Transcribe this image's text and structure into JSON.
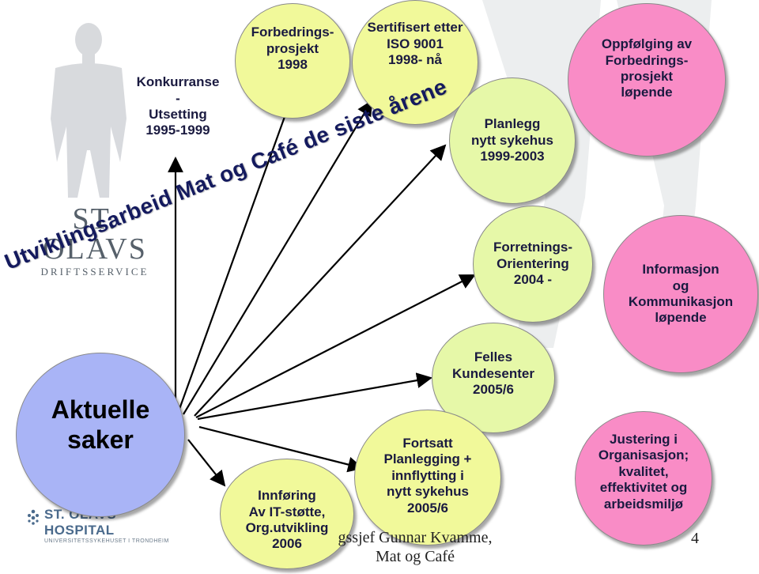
{
  "title": "Utviklingsarbeid Mat og Café de siste årene",
  "center": {
    "label": "Aktuelle\nsaker"
  },
  "nodes": [
    {
      "id": "konkurranse",
      "label": "Konkurranse\n-\nUtsetting\n1995-1999"
    },
    {
      "id": "forbedring1998",
      "label": "Forbedrings-\nprosjekt\n1998"
    },
    {
      "id": "iso",
      "label": "Sertifisert etter\nISO 9001\n1998- nå"
    },
    {
      "id": "planlegg",
      "label": "Planlegg\nnytt sykehus\n1999-2003"
    },
    {
      "id": "oppfolging",
      "label": "Oppfølging av\nForbedrings-\nprosjekt\nløpende"
    },
    {
      "id": "forretning",
      "label": "Forretnings-\nOrientering\n2004 -"
    },
    {
      "id": "informasjon",
      "label": "Informasjon\nog\nKommunikasjon\nløpende"
    },
    {
      "id": "felles",
      "label": "Felles\nKundesenter\n2005/6"
    },
    {
      "id": "fortsatt",
      "label": "Fortsatt\nPlanlegging +\ninnflytting i\nnytt sykehus\n2005/6"
    },
    {
      "id": "justering",
      "label": "Justering i\nOrganisasjon;\nkvalitet,\neffektivitet og\narbeidsmiljø"
    },
    {
      "id": "it",
      "label": "Innføring\nAv IT-støtte,\nOrg.utvikling\n2006"
    }
  ],
  "branding": {
    "top_logo_line1": "ST. OLAVS",
    "top_logo_line2": "DRIFTSSERVICE",
    "bottom_logo_line1": "ST. OLAVS HOSPITAL",
    "bottom_logo_line2": "UNIVERSITETSSYKEHUSET I TRONDHEIM"
  },
  "footer": {
    "author_line1": "gssjef Gunnar Kvamme,",
    "author_line2": "Mat og Café",
    "page_number": "4"
  },
  "colors": {
    "yellow": "#f1f99a",
    "green": "#e6f8a8",
    "pink": "#f98cc6",
    "blue": "#a9b4f6",
    "text": "#1a1a40"
  }
}
